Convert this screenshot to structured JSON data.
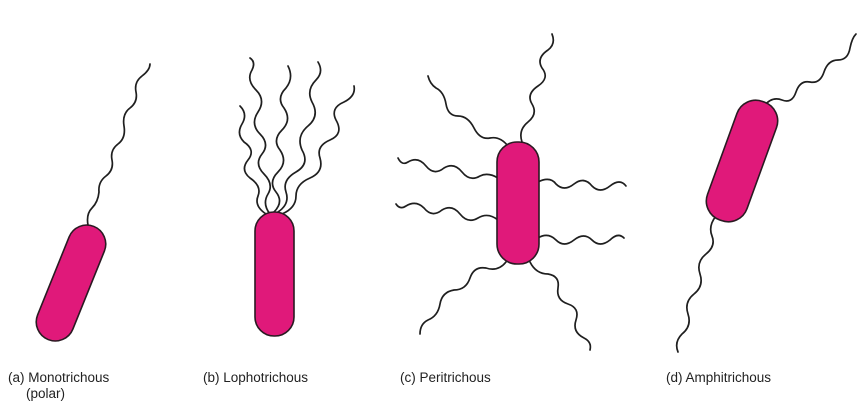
{
  "labels": {
    "a": "(a) Monotrichous",
    "a_sub": "(polar)",
    "b": "(b) Lophotrichous",
    "c": "(c) Peritrichous",
    "d": "(d) Amphitrichous"
  },
  "colors": {
    "cell_fill": "#e0197a",
    "cell_outline": "#2a1a22",
    "flagellum": "#1f1f1f"
  }
}
